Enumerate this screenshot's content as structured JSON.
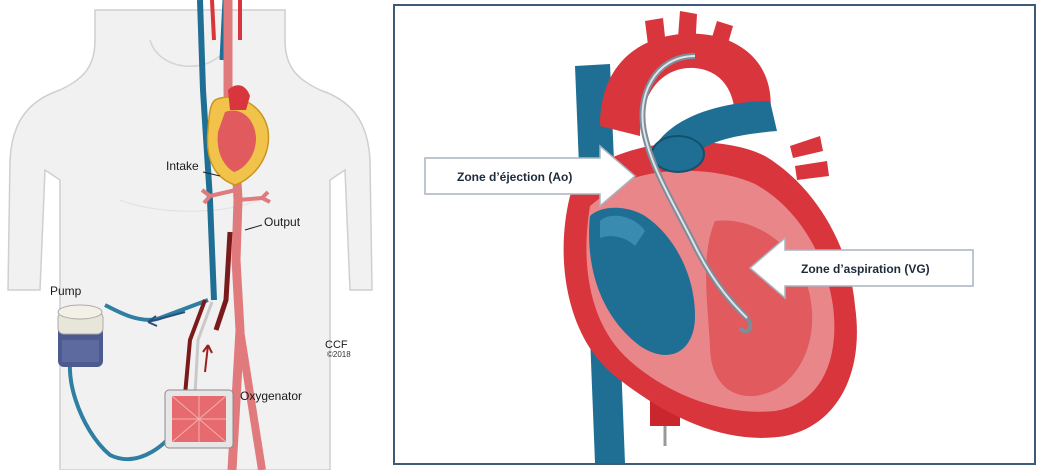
{
  "left_diagram": {
    "labels": {
      "intake": "Intake",
      "output": "Output",
      "pump": "Pump",
      "oxygenator": "Oxygenator",
      "credit": "CCF",
      "credit_year": "©2018"
    }
  },
  "right_diagram": {
    "callouts": {
      "ejection": "Zone d’éjection (Ao)",
      "aspiration": "Zone d’aspiration (VG)"
    }
  },
  "colors": {
    "artery_red": "#d8353c",
    "vein_blue": "#1f6f95",
    "tube_blue": "#2f7fa3",
    "heart_pink": "#e9868a",
    "panel_border": "#3d5a7a"
  }
}
